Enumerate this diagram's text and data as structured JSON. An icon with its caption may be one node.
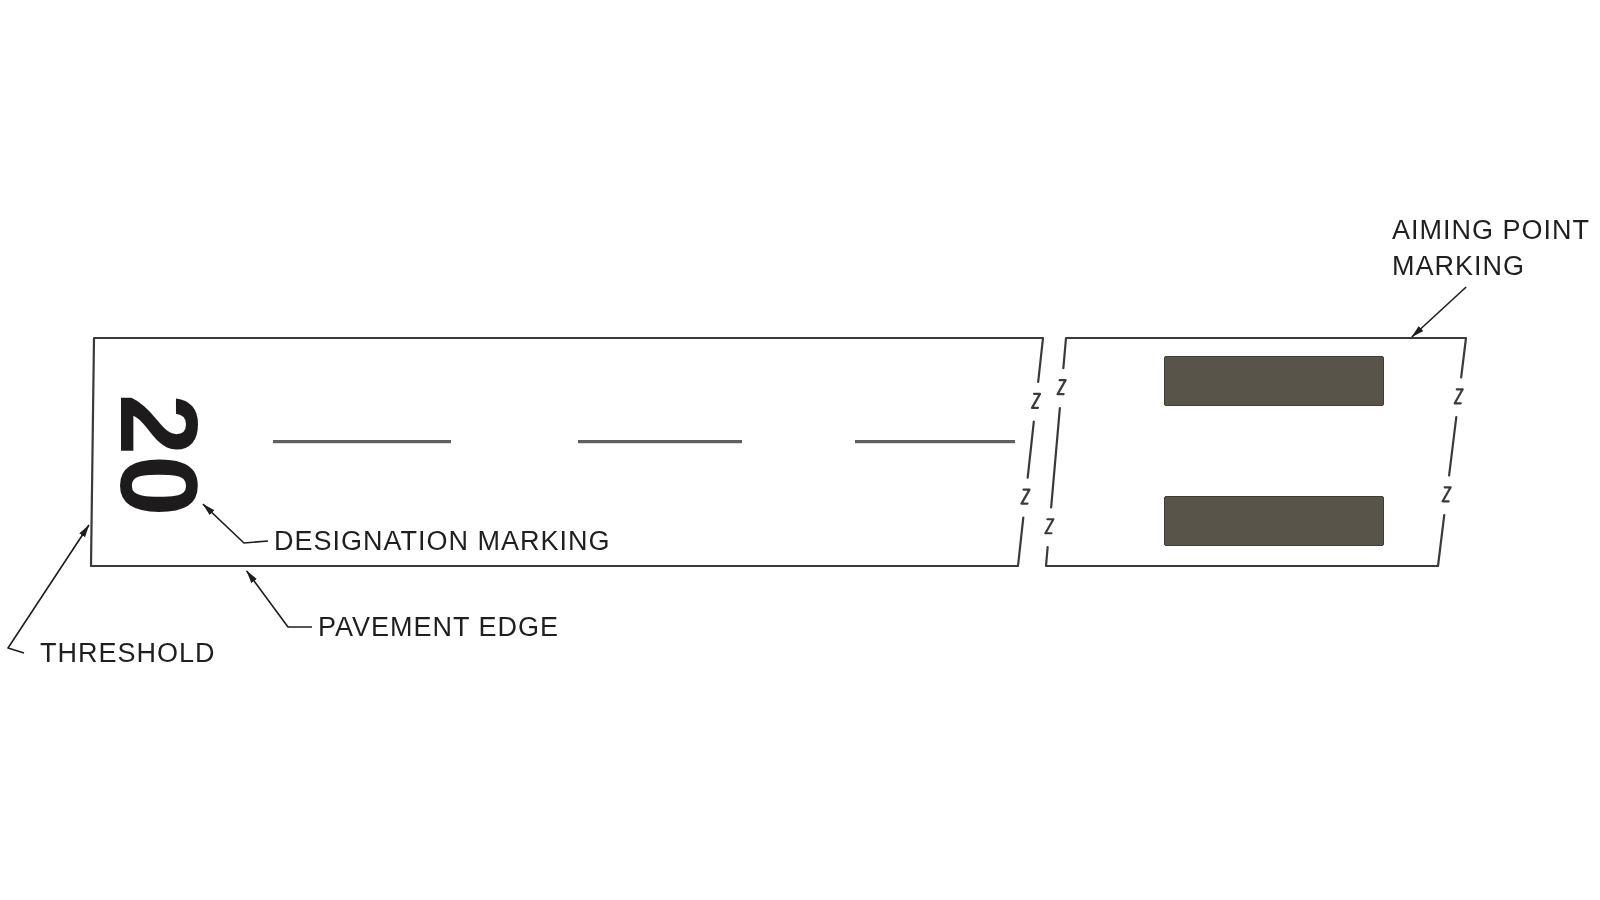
{
  "diagram": {
    "nodes": [
      {
        "text": [
          "AIMING POINT MARKING"
        ]
      },
      {
        "text": [],
        "shape": "box"
      },
      {
        "text": [
          "20"
        ],
        "in": 1
      },
      {
        "text": [],
        "shape": "box"
      },
      {
        "text": [],
        "shape": "bar",
        "in": 3
      },
      {
        "text": [],
        "shape": "bar",
        "in": 3
      },
      {
        "text": [
          "DESIGNATION MARKING"
        ],
        "in": 1
      },
      {
        "text": [
          "PAVEMENT EDGE"
        ]
      },
      {
        "text": [
          "THRESHOLD"
        ]
      }
    ],
    "edges": [
      {
        "from": 0,
        "to": 3,
        "arrow": "to"
      },
      {
        "from": 6,
        "to": 2,
        "arrow": "to"
      },
      {
        "from": 7,
        "to": 1,
        "arrow": "to"
      },
      {
        "from": 8,
        "to": 1,
        "arrow": "to"
      }
    ]
  }
}
